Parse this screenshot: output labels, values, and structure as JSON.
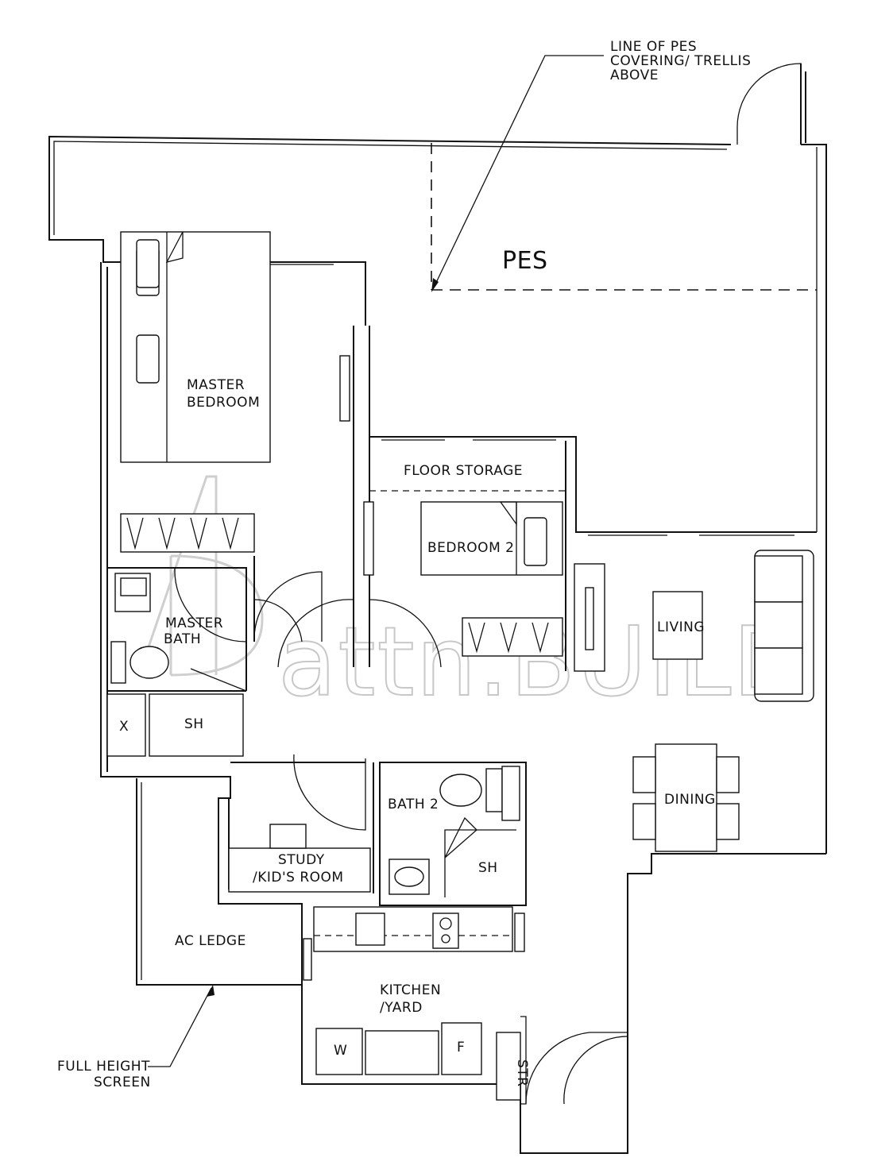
{
  "rooms": {
    "pes": "PES",
    "master_bedroom_1": "MASTER",
    "master_bedroom_2": "BEDROOM",
    "floor_storage": "FLOOR STORAGE",
    "bedroom2": "BEDROOM 2",
    "living": "LIVING",
    "master_bath_1": "MASTER",
    "master_bath_2": "BATH",
    "shower_master": "SH",
    "x_mark": "X",
    "bath2": "BATH 2",
    "shower_bath2": "SH",
    "dining": "DINING",
    "study_1": "STUDY",
    "study_2": "/KID'S ROOM",
    "ac_ledge": "AC LEDGE",
    "kitchen_1": "KITCHEN",
    "kitchen_2": "/YARD",
    "washer": "W",
    "fridge": "F",
    "store": "STR"
  },
  "annotations": {
    "pes_note_1": "LINE OF PES",
    "pes_note_2": "COVERING/ TRELLIS",
    "pes_note_3": "ABOVE",
    "screen_note_1": "FULL HEIGHT",
    "screen_note_2": "SCREEN"
  },
  "watermark": "attn.BUILD"
}
